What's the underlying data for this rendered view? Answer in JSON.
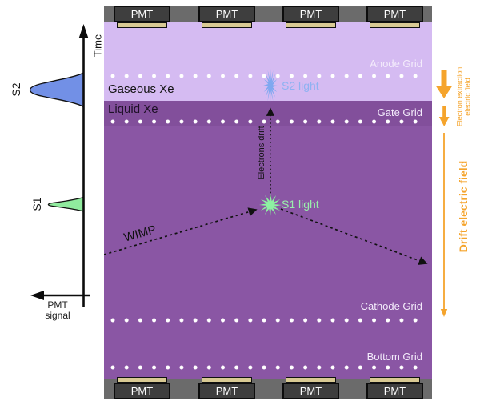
{
  "signal_panel": {
    "time_label": "Time",
    "s2_label": "S2",
    "s1_label": "S1",
    "pmt_signal": [
      "PMT",
      "signal"
    ]
  },
  "chamber": {
    "pmt_label": "PMT",
    "top_pmt_count": 4,
    "bottom_pmt_count": 4,
    "regions": {
      "gaseous": "Gaseous Xe",
      "liquid": "Liquid Xe"
    },
    "grids": {
      "anode": "Anode Grid",
      "gate": "Gate Grid",
      "cathode": "Cathode Grid",
      "bottom": "Bottom Grid"
    },
    "annotations": {
      "s2_light": "S2 light",
      "s1_light": "S1 light",
      "electrons_drift": "Electrons drift",
      "wimp": "WIMP"
    }
  },
  "fields": {
    "extraction": [
      "Electron extraction",
      "electric field"
    ],
    "drift": "Drift electric field"
  },
  "colors": {
    "gas_region": "#d5bbf2",
    "liquid_region": "#8a56a4",
    "field_orange": "#f5a42c",
    "s2_blue": "#7fa8f0",
    "s1_green": "#90eda4",
    "grid_dot_white": "#ffffff",
    "pmt_gray": "#3e3e3e",
    "pmt_window_tan": "#d8c993"
  }
}
